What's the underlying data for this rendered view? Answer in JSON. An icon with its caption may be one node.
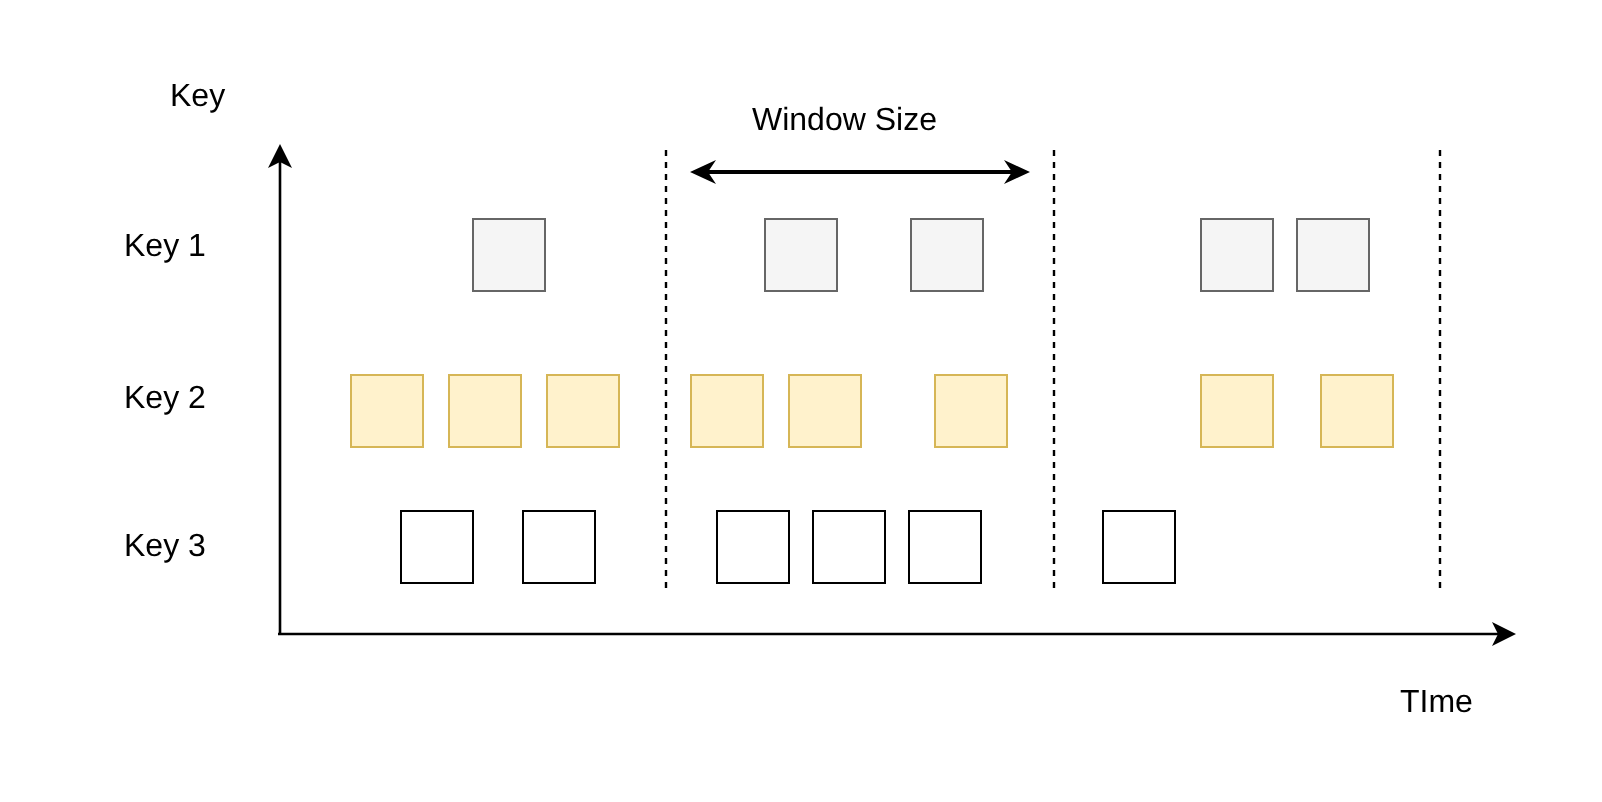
{
  "diagram": {
    "nodes": [
      {
        "text": [],
        "shape": "box"
      },
      {
        "text": [],
        "shape": "box"
      },
      {
        "text": [],
        "shape": "box"
      },
      {
        "text": [],
        "shape": "box"
      },
      {
        "text": [],
        "shape": "box"
      },
      {
        "text": [],
        "shape": "box"
      },
      {
        "text": [],
        "shape": "box"
      },
      {
        "text": [],
        "shape": "box"
      },
      {
        "text": [],
        "shape": "box"
      },
      {
        "text": [],
        "shape": "box"
      },
      {
        "text": [],
        "shape": "box"
      },
      {
        "text": [],
        "shape": "box"
      },
      {
        "text": [],
        "shape": "box"
      },
      {
        "text": [],
        "shape": "box"
      },
      {
        "text": [],
        "shape": "box"
      },
      {
        "text": [],
        "shape": "box"
      },
      {
        "text": [],
        "shape": "box"
      },
      {
        "text": [],
        "shape": "box"
      },
      {
        "text": [],
        "shape": "box"
      }
    ],
    "labels": [
      "Key",
      "Window Size",
      "Key 1",
      "Key 2",
      "Key 3",
      "TIme"
    ]
  }
}
